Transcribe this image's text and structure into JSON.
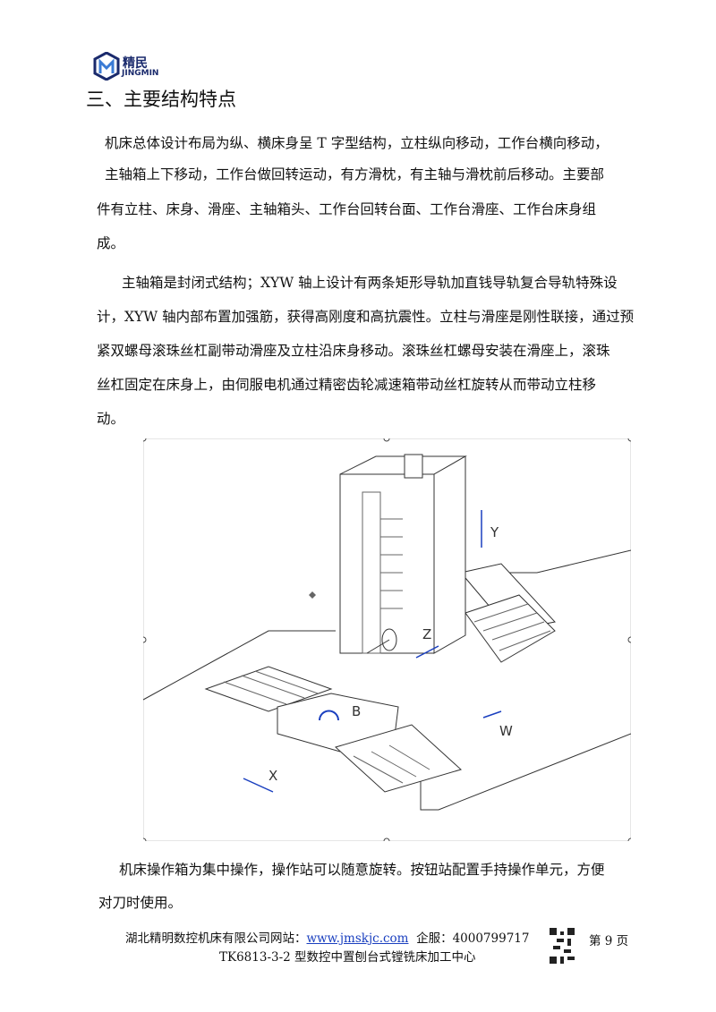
{
  "logo": {
    "cn": "精民",
    "en": "JINGMIN",
    "color": "#1a2a6c"
  },
  "heading": "三、主要结构特点",
  "paragraph1": [
    "机床总体设计布局为纵、横床身呈 T 字型结构，立柱纵向移动，工作台横向移动，",
    "主轴箱上下移动，工作台做回转运动，有方滑枕，有主轴与滑枕前后移动。主要部",
    "件有立柱、床身、滑座、主轴箱头、工作台回转台面、工作台滑座、工作台床身组",
    "成。"
  ],
  "paragraph2": [
    "主轴箱是封闭式结构；XYW 轴上设计有两条矩形导轨加直钱导轨复合导轨特殊设",
    "计，XYW 轴内部布置加强筋，获得高刚度和高抗震性。立柱与滑座是刚性联接，通过预",
    "紧双螺母滚珠丝杠副带动滑座及立柱沿床身移动。滚珠丝杠螺母安装在滑座上，滚珠",
    "丝杠固定在床身上，由伺服电机通过精密齿轮减速箱带动丝杠旋转从而带动立柱移",
    "动。"
  ],
  "figure_labels": {
    "y": "Y",
    "z": "Z",
    "b": "B",
    "w": "W",
    "x": "X"
  },
  "paragraph3": [
    "机床操作箱为集中操作，操作站可以随意旋转。按钮站配置手持操作单元，方便",
    "对刀时使用。"
  ],
  "footer": {
    "company": "湖北精明数控机床有限公司网站：",
    "website": "www.jmskjc.com",
    "service": "企服：4000799717",
    "model": "TK6813-3-2 型数控中置刨台式镗铣床加工中心",
    "page": "第 9 页"
  }
}
